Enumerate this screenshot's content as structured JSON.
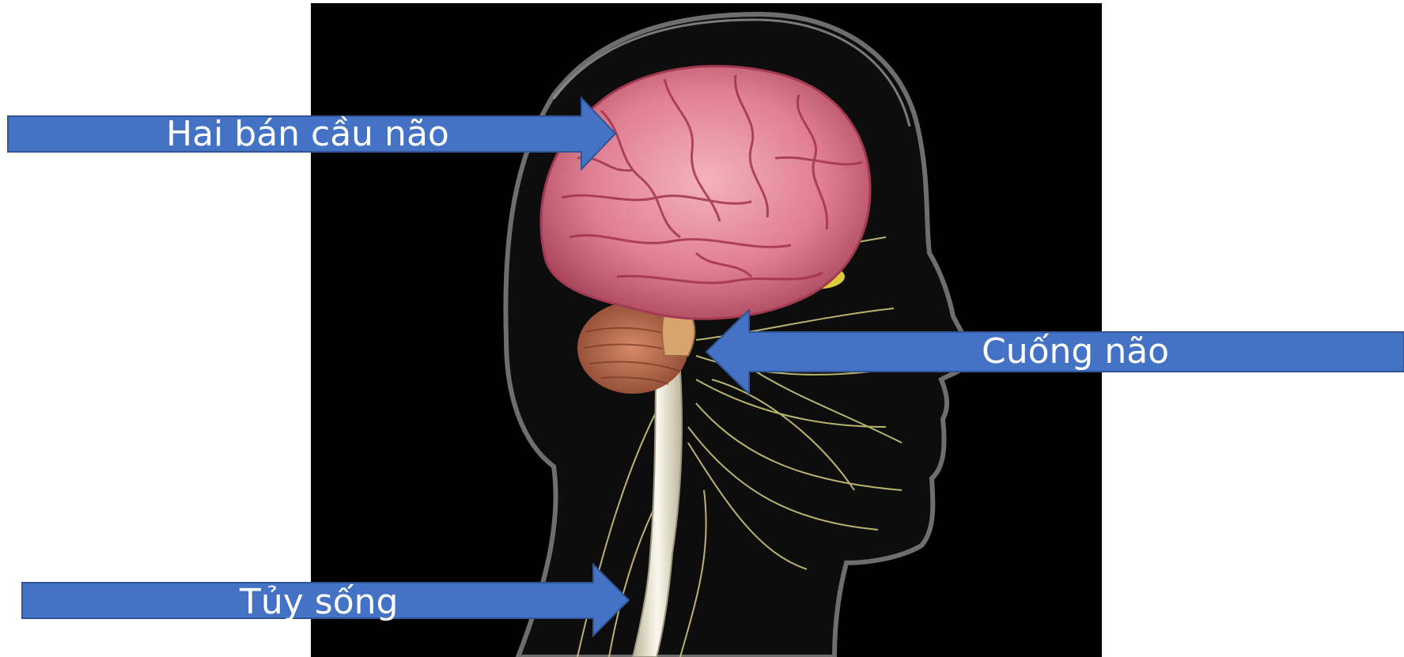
{
  "labels": {
    "hemispheres": "Hai bán cầu não",
    "peduncle": "Cuống não",
    "spinal_cord": "Tủy sống"
  },
  "colors": {
    "arrow_fill": "#4472c4",
    "arrow_stroke": "#2f5597",
    "background": "#000000",
    "head_outline": "#6e6e6e",
    "brain": "#d9788a",
    "brain_fold": "#9e2f45",
    "cerebellum": "#b96a4a",
    "spinal_cord": "#ece6d6",
    "nerves": "#d8d080",
    "gland": "#f2e23c"
  }
}
